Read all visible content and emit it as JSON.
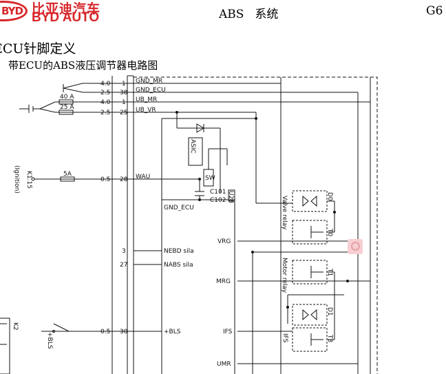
{
  "header": {
    "logo_cn": "比亚迪汽车",
    "logo_en": "BYD AUTO",
    "logo_mark": "BYD",
    "doc_title_1": "ABS",
    "doc_title_2": "系统",
    "doc_model": "G6"
  },
  "section": {
    "title": "ECU针脚定义",
    "subtitle": "带ECU的ABS液压调节器电路图"
  },
  "schematic": {
    "pins": [
      {
        "wire": "4.0",
        "pin": "1",
        "signal": "GND_MR"
      },
      {
        "wire": "2.5",
        "pin": "38",
        "signal": "GND_ECU"
      },
      {
        "wire": "4.0",
        "pin": "1",
        "signal": "UB_MR"
      },
      {
        "wire": "2.5",
        "pin": "25",
        "signal": "UB_VR"
      },
      {
        "wire": "0.5",
        "pin": "28",
        "signal": "WAU"
      },
      {
        "wire": "",
        "pin": "3",
        "signal": "NEBD sila"
      },
      {
        "wire": "",
        "pin": "27",
        "signal": "NABS sila"
      },
      {
        "wire": "0.5",
        "pin": "30",
        "signal": "+BLS"
      }
    ],
    "fuses": [
      "40 A",
      "25 A",
      "5A"
    ],
    "left_labels": {
      "k115": "K1.15",
      "ignition": "(Ignition)",
      "bls": "+BLS",
      "k2": "K2"
    },
    "inner_labels": {
      "asic": "ASIC",
      "sw": "SW",
      "c101": "C101",
      "c102": "C102",
      "gnd_ecu": "GND_ECU",
      "u28": "U28",
      "vrg": "VRG",
      "mrg": "MRG",
      "ifs": "IFS",
      "umr": "UMR"
    },
    "relay_labels": {
      "valve_relay": "Valve relay",
      "motor_relay": "Motor relay",
      "ifs_side": "IFS",
      "d0": "D0",
      "t0": "T0",
      "t1": "T1",
      "d1": "D1",
      "t3": "T3"
    }
  }
}
